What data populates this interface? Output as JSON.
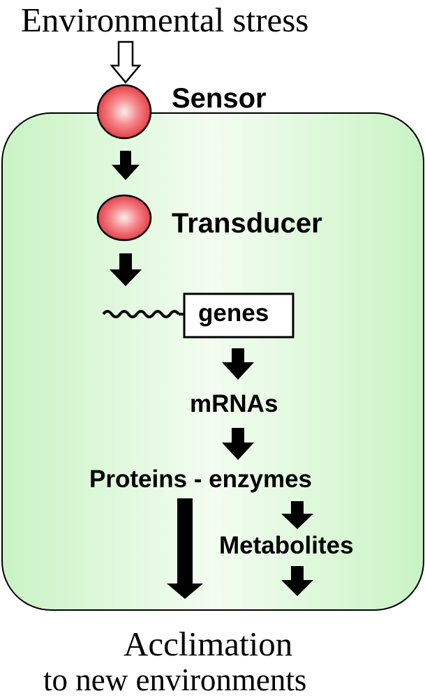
{
  "diagram": {
    "top_label": "Environmental stress",
    "sensor_label": "Sensor",
    "transducer_label": "Transducer",
    "genes_label": "genes",
    "mrnas_label": "mRNAs",
    "proteins_label": "Proteins - enzymes",
    "metabolites_label": "Metabolites",
    "bottom_label_line1": "Acclimation",
    "bottom_label_line2": "to new environments"
  },
  "colors": {
    "cell_fill_edge": "#ccf5c8",
    "cell_fill_center": "#f2fdf0",
    "node_fill": "#e8434b",
    "node_highlight": "#ffe6e6",
    "arrow": "#000000"
  }
}
